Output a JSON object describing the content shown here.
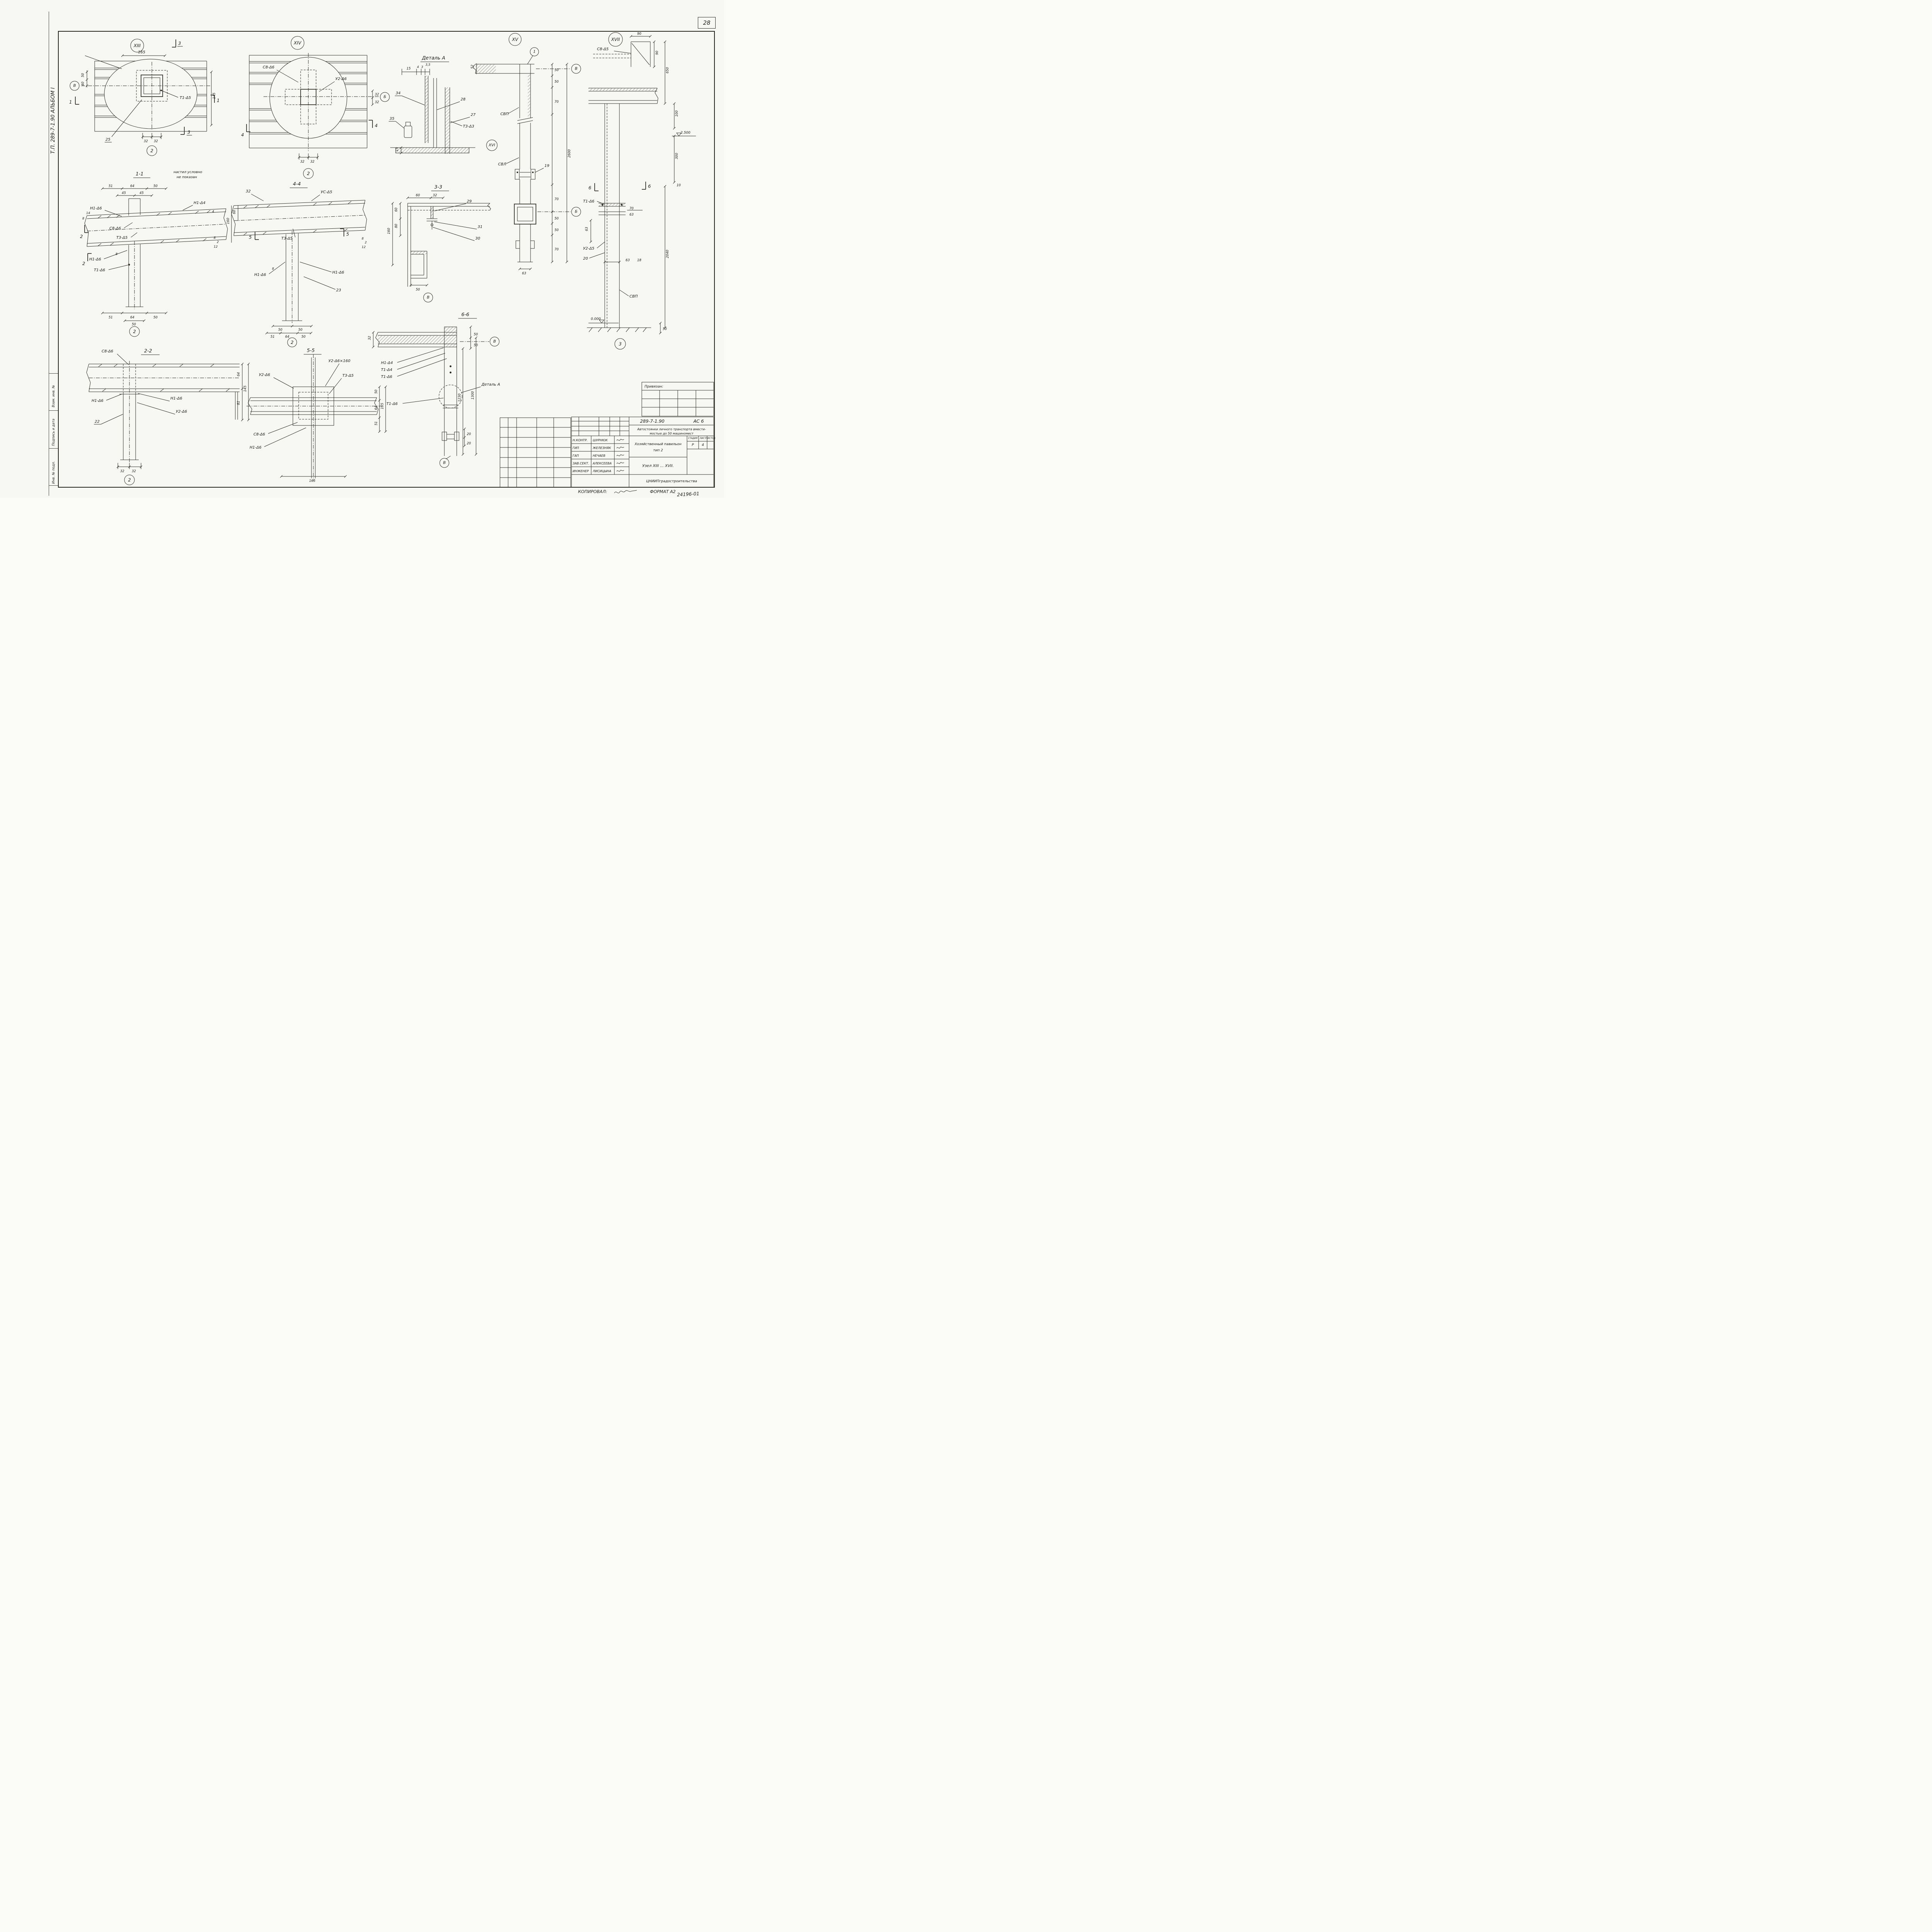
{
  "page": {
    "number": "28",
    "copied_label": "КОПИРОВАЛ:",
    "format_label": "ФОРМАТ А2",
    "doc_stamp": "24196-01"
  },
  "margin": {
    "album": "Т.П. 289-7-1.90  АЛЬБОМ I",
    "vzam": "Взам. инв. №",
    "podpis": "Подпись и дата",
    "inv": "Инв. № подл."
  },
  "views": {
    "xiii": {
      "node": "XIII",
      "dim_165": "165",
      "marker_3_top": "3",
      "marker_3_bot": "3",
      "axis_v": "В",
      "dim_50": "50",
      "dim_40": "40",
      "dim_145": "145",
      "weld_t1": "Т1-Δ5",
      "marker_1_left": "1",
      "marker_1_right": "1",
      "pos_25": "25",
      "dim_32a": "32",
      "dim_32b": "32",
      "node_ref": "2"
    },
    "xiv": {
      "node": "XIV",
      "weld_c8": "С8-Δ6",
      "weld_u2": "У2-Δ6",
      "dim_32r1": "32",
      "dim_32r2": "32",
      "axis_b": "Б",
      "marker_4_left": "4",
      "marker_4_right": "4",
      "dim_32a": "32",
      "dim_32b": "32",
      "node_ref": "2"
    },
    "detail_a": {
      "title": "Деталь А",
      "dim_15_top": "15",
      "dim_4": "4",
      "dim_3": "3",
      "dim_3_5": "3,5",
      "pos_34": "34",
      "pos_35": "35",
      "pos_28": "28",
      "pos_27": "27",
      "weld_t3": "Т3-Δ3",
      "dim_15_left": "15"
    },
    "xv": {
      "node": "XV",
      "pos_1": "1",
      "dim_52": "52",
      "axis_v": "В",
      "label_svp": "СВП",
      "node_xvi": "XVI",
      "label_svl": "СВЛ",
      "pos_19": "19",
      "dim_50a": "50",
      "dim_50b": "50",
      "dim_70a": "70",
      "dim_2600": "2600",
      "dim_70b": "70",
      "dim_50c": "50",
      "dim_50d": "50",
      "dim_70c": "70",
      "axis_b": "Б",
      "dim_63": "63"
    },
    "xvii": {
      "node": "XVII",
      "dim_90_top": "90",
      "weld_c8": "С8-Δ5",
      "dim_90_right": "90",
      "dim_650": "650",
      "dim_100": "100",
      "level_top": "2.500",
      "dim_300": "300",
      "marker_6_left": "6",
      "marker_6_right": "6",
      "weld_t1": "Т1-Δ6",
      "dim_70": "70",
      "dim_63a": "63",
      "dim_63_left": "63",
      "weld_u2": "У2-Δ5",
      "pos_20": "20",
      "dim_63b": "63",
      "dim_18": "18",
      "dim_10": "10",
      "dim_2040": "2040",
      "label_svp": "СВП",
      "level_zero": "0.000",
      "dim_50": "50",
      "node_ref": "3"
    },
    "s11": {
      "title": "1-1",
      "note1": "настил условно",
      "note2": "не показан",
      "dim_t51": "51",
      "dim_t64": "64",
      "dim_t50": "50",
      "dim_45a": "45",
      "dim_45b": "45",
      "weld_n1_6t": "Н1-Δ6",
      "weld_n1_4": "Н1-Δ4",
      "dim_8a": "8",
      "dim_14": "14",
      "dim_4": "4",
      "weld_c8": "С8-Δ6",
      "weld_t3": "Т3-Δ5",
      "marker_2a": "2",
      "marker_2b": "2",
      "dim_8b": "8",
      "dim_2": "2",
      "dim_12": "12",
      "weld_n1_6b": "Н1-Δ6",
      "dim_8c": "8",
      "weld_t1": "Т1-Δ6",
      "dim_b51": "51",
      "dim_b64": "64",
      "dim_b50": "50",
      "dim_b50c": "50",
      "node_ref": "2"
    },
    "s44": {
      "title": "4-4",
      "dim_32": "32",
      "weld_us": "УС-Δ5",
      "dim_60": "60",
      "dim_160": "160",
      "marker_5l": "5",
      "marker_5r": "5",
      "weld_t3": "Т3-Δ5",
      "dim_8": "8",
      "dim_2": "2",
      "dim_12": "12",
      "weld_n1l": "Н1-Δ6",
      "dim_8b": "8",
      "weld_n1r": "Н1-Δ6",
      "pos_23": "23",
      "dim_b50a": "50",
      "dim_b50b": "50",
      "dim_c51": "51",
      "dim_c64": "64",
      "dim_c50": "50",
      "node_ref": "2"
    },
    "s33": {
      "title": "3-3",
      "dim_60t": "60",
      "dim_32": "32",
      "pos_29": "29",
      "dim_60l": "60",
      "dim_80": "80",
      "dim_160": "160",
      "pos_31": "31",
      "pos_30": "30",
      "dim_50": "50",
      "axis_v": "В"
    },
    "s22": {
      "title": "2-2",
      "weld_c8": "С8-Δ6",
      "dim_64": "64",
      "dim_81": "81",
      "dim_145": "145",
      "weld_n1l": "Н1-Δ6",
      "weld_n1r": "Н1-Δ6",
      "weld_u2": "У2-Δ6",
      "pos_22": "22",
      "dim_32a": "32",
      "dim_32b": "32",
      "node_ref": "2"
    },
    "s55": {
      "title": "5-5",
      "weld_u2": "У2-Δ6",
      "weld_u2x": "У2-Δ6×160",
      "weld_t3": "Т3-Δ5",
      "dim_50": "50",
      "dim_64": "64",
      "dim_51": "51",
      "dim_165r": "165",
      "weld_c8": "С8-Δ6",
      "weld_n1": "Н1-Δ6",
      "dim_165b": "165"
    },
    "s66": {
      "title": "6-6",
      "dim_32": "32",
      "axis_v_top": "В",
      "dim_50a": "50",
      "dim_50b": "50",
      "weld_n1_4": "Н1-Δ4",
      "weld_t1_4": "Т1-Δ4",
      "weld_t1_6": "Т1-Δ6",
      "weld_t1_6b": "Т1-Δ6",
      "dim_1230": "1230",
      "dim_1300": "1300",
      "detail_ref": "Деталь А",
      "dim_20a": "20",
      "dim_20b": "20",
      "axis_v_bot": "В"
    }
  },
  "title_block": {
    "doc_number": "289-7-1.90",
    "doc_type": "АС 6",
    "project1": "Автостоянки личного транспорта вмести-",
    "project2": "мостью до 50 машиномест",
    "object1": "Хозяйственный павильон",
    "object2": "тип 2",
    "sheet_title": "Узел XIII ... XVII.",
    "stage_label": "СТАДИЯ",
    "list_label": "ЛИСТ",
    "lists_label": "ЛИСТОВ",
    "stage": "Р",
    "list": "4",
    "org": "ЦНИИПградостроительства",
    "attached": "Привязан:",
    "roles": [
      {
        "role": "Н.КОНТР.",
        "name": "ШУРНЮК"
      },
      {
        "role": "ГИП",
        "name": "ЖЕЛЕЗНЯК"
      },
      {
        "role": "ГАП",
        "name": "НЕЧАЕВ"
      },
      {
        "role": "ЗАВ.СЕКТ.",
        "name": "АЛЕКСЕЕВА"
      },
      {
        "role": "ИНЖЕНЕР",
        "name": "ЛИСИЦЫНА"
      }
    ]
  }
}
